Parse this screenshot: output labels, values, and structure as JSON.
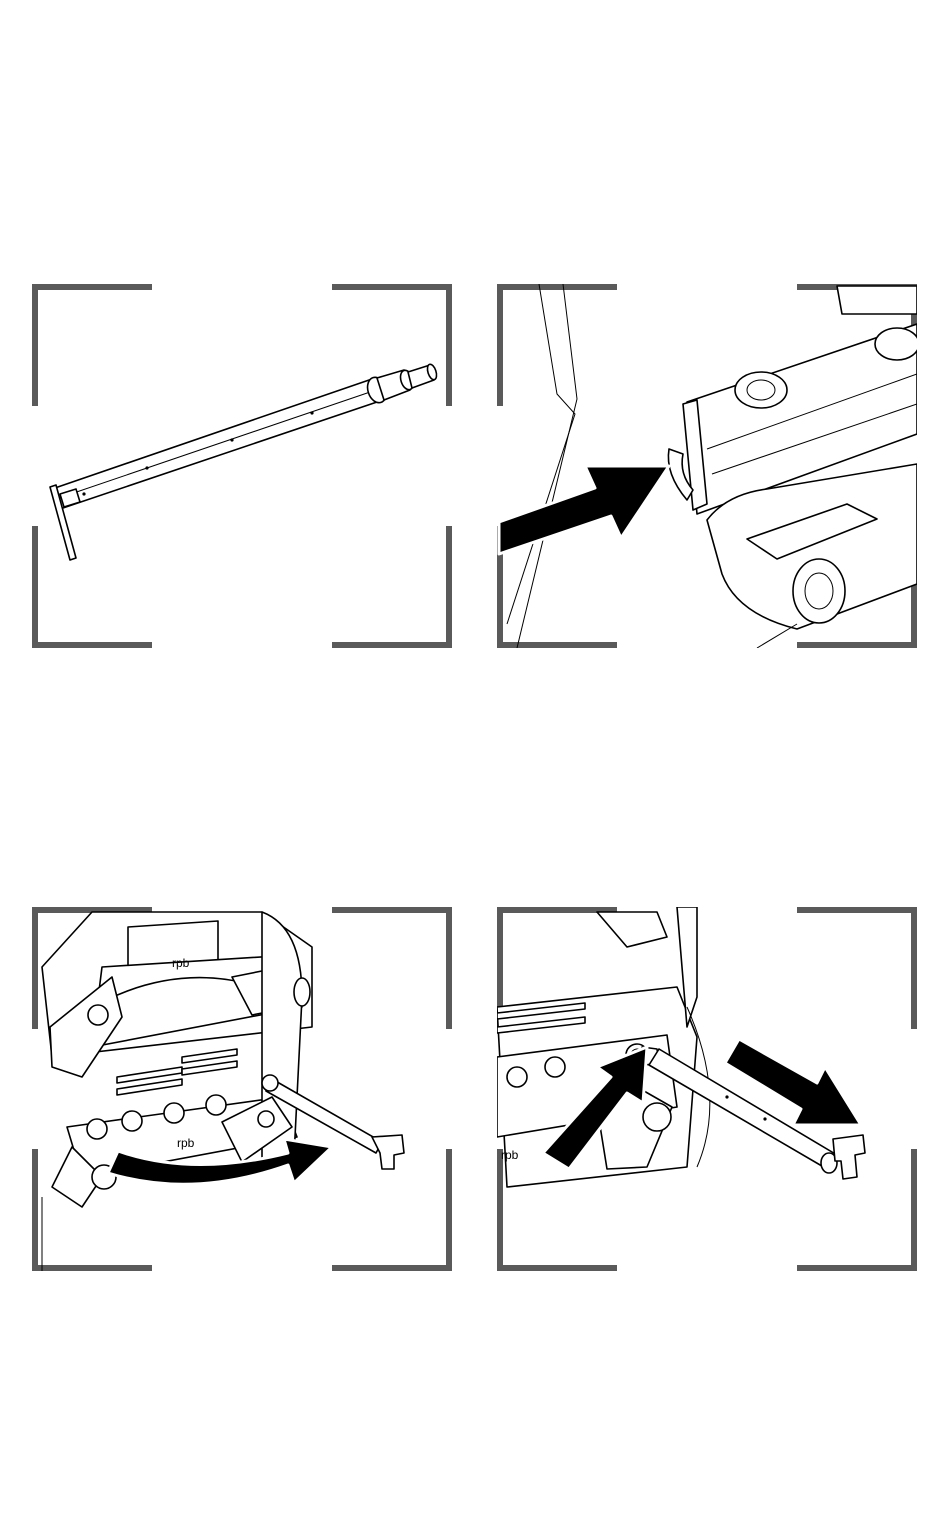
{
  "document": {
    "panels": [
      {
        "id": 1,
        "icon": "ribbon-shaft-icon"
      },
      {
        "id": 2,
        "icon": "insert-arrow-icon"
      },
      {
        "id": 3,
        "icon": "rotate-arrow-icon"
      },
      {
        "id": 4,
        "icon": "pull-arrow-icon"
      }
    ],
    "frame_color": "#5a5a5a",
    "arrow_color": "#000000"
  }
}
